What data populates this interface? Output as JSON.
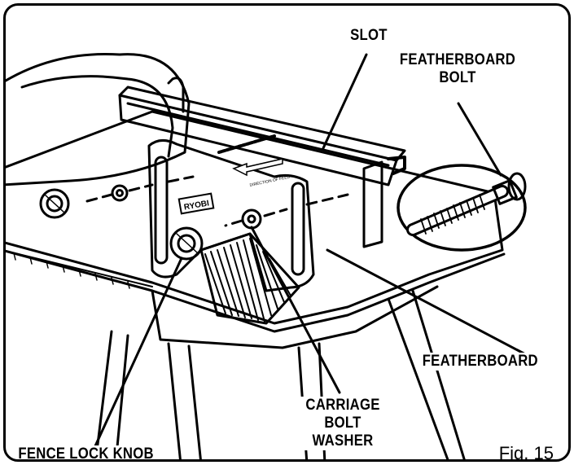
{
  "figure": {
    "number": "Fig. 15",
    "brand_on_fence": "RYOBI",
    "arrow_text": "DIRECTION OF FEED"
  },
  "callouts": {
    "slot": "SLOT",
    "featherboard_bolt": [
      "FEATHERBOARD",
      "BOLT"
    ],
    "featherboard": "FEATHERBOARD",
    "carriage_bolt_washer": [
      "CARRIAGE",
      "BOLT",
      "WASHER"
    ],
    "fence_lock_knob": "FENCE LOCK KNOB"
  },
  "colors": {
    "line": "#000000",
    "background": "#ffffff"
  }
}
